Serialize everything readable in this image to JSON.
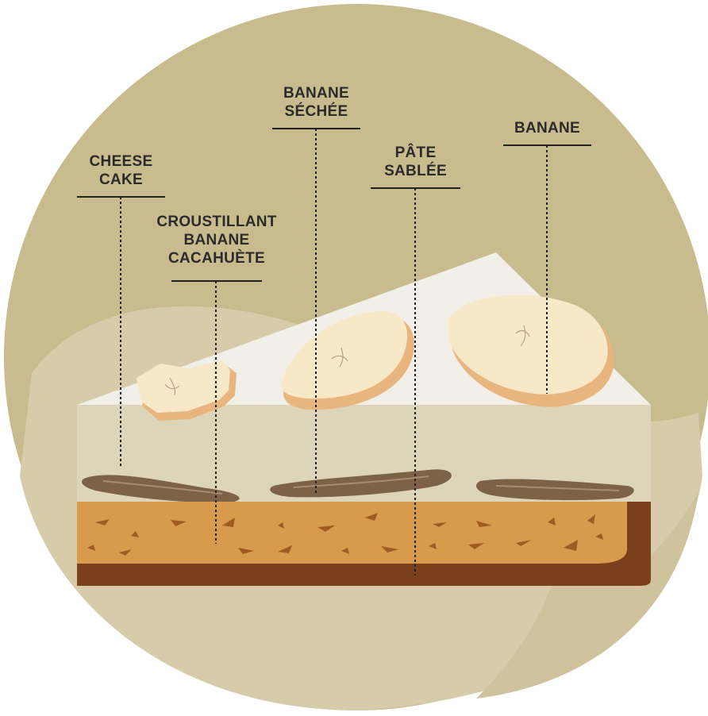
{
  "labels": {
    "cheesecake": [
      "CHEESE",
      "CAKE"
    ],
    "croustillant": [
      "CROUSTILLANT",
      "BANANE",
      "CACAHUÈTE"
    ],
    "banane_sechee": [
      "BANANE",
      "SÉCHÉE"
    ],
    "pate_sablee": [
      "PÂTE",
      "SABLÉE"
    ],
    "banane": [
      "BANANE"
    ]
  },
  "colors": {
    "background_circle": "#d6ccaa",
    "outer_band": "#c8bb8e",
    "cream": "#f1efe7",
    "cheesecake_layer": "#ded6b9",
    "banana_flesh": "#f7e9c7",
    "banana_skin": "#e8b57f",
    "croustillant": "#7d6248",
    "pastry": "#d89a4c",
    "pastry_crust": "#7a3f1b",
    "label_text": "#2b2b2b",
    "leader_line": "#222222"
  }
}
